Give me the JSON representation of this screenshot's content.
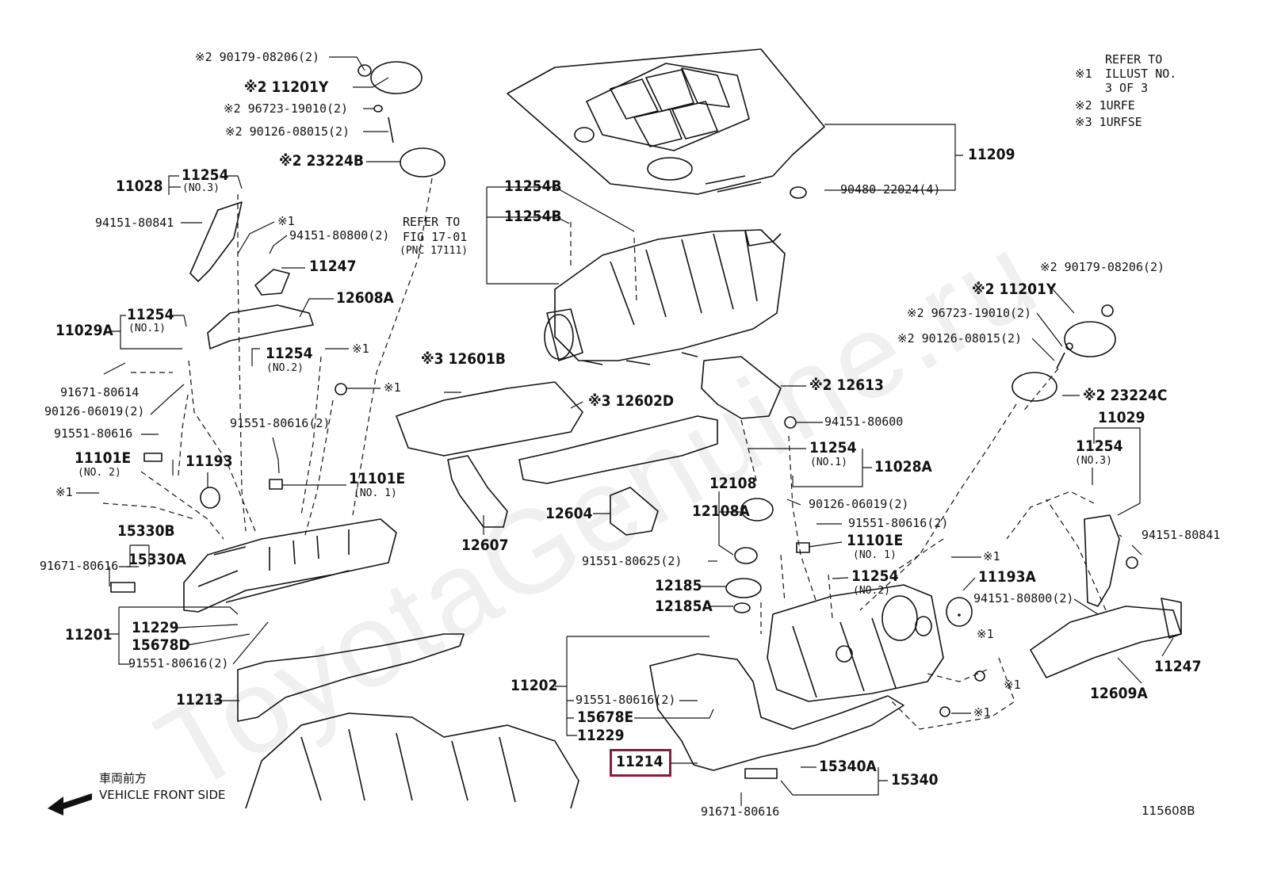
{
  "watermark": "ToyotaGenuine.ru",
  "notes": {
    "n1_mark": "※1",
    "n1_text": "REFER TO",
    "n1_text2": "ILLUST NO.",
    "n1_text3": "3 OF 3",
    "n2": "※2  1URFE",
    "n3": "※3  1URFSE"
  },
  "refer_fig": {
    "line1": "REFER TO",
    "line2": "FIG 17-01",
    "line3": "(PNC 17111)"
  },
  "front": {
    "jp": "車両前方",
    "en": "VEHICLE FRONT SIDE"
  },
  "diagram_id": "115608B",
  "highlight_color": "#8b1b3a",
  "labels": {
    "a1": "※2  90179-08206(2)",
    "a2": "※2  11201Y",
    "a3": "※2  96723-19010(2)",
    "a4": "※2  90126-08015(2)",
    "a5": "※2  23224B",
    "a6": "11028",
    "a7": "11254",
    "a7s": "(NO.3)",
    "a8": "94151-80841",
    "a9": "※1",
    "a10": "94151-80800(2)",
    "a11": "11247",
    "a12": "12608A",
    "a13": "11029A",
    "a14": "11254",
    "a14s": "(NO.1)",
    "a15": "※1",
    "a16": "11254",
    "a16s": "(NO.2)",
    "a17": "※1",
    "a18": "91671-80614",
    "a19": "90126-06019(2)",
    "a20": "91551-80616",
    "a21": "91551-80616(2)",
    "a22": "11101E",
    "a22s": "(NO. 2)",
    "a23": "11193",
    "a24": "11101E",
    "a24s": "(NO. 1)",
    "a25": "※1",
    "a26": "15330B",
    "a27": "91671-80616",
    "a28": "15330A",
    "a29": "11229",
    "a30": "15678D",
    "a31": "11201",
    "a32": "91551-80616(2)",
    "a33": "11213",
    "b1": "11254B",
    "b2": "11254B",
    "b3": "11209",
    "b4": "90480-22024(4)",
    "b5": "※3  12601B",
    "b6": "※3  12602D",
    "b7": "※2  12613",
    "b8": "94151-80600",
    "b9": "11254",
    "b9s": "(NO.1)",
    "b10": "11028A",
    "b11": "12108",
    "b12": "12108A",
    "b13": "90126-06019(2)",
    "b14": "12604",
    "b15": "12607",
    "b16": "91551-80616(2)",
    "b17": "11101E",
    "b17s": "(NO. 1)",
    "b18": "91551-80625(2)",
    "b19": "12185",
    "b20": "12185A",
    "b21": "11254",
    "b21s": "(NO.2)",
    "b22": "※1",
    "b23": "11193A",
    "b24": "94151-80800(2)",
    "b25": "11202",
    "b26": "91551-80616(2)",
    "b27": "15678E",
    "b28": "11229",
    "b29": "11214",
    "b30": "15340A",
    "b31": "15340",
    "b32": "91671-80616",
    "b33": "※1",
    "c1": "※2  90179-08206(2)",
    "c2": "※2  11201Y",
    "c3": "※2  96723-19010(2)",
    "c4": "※2  90126-08015(2)",
    "c5": "※2  23224C",
    "c6": "11029",
    "c7": "11254",
    "c7s": "(NO.3)",
    "c8": "94151-80841",
    "c9": "※1",
    "c10": "※1",
    "c11": "11247",
    "c12": "12609A"
  }
}
